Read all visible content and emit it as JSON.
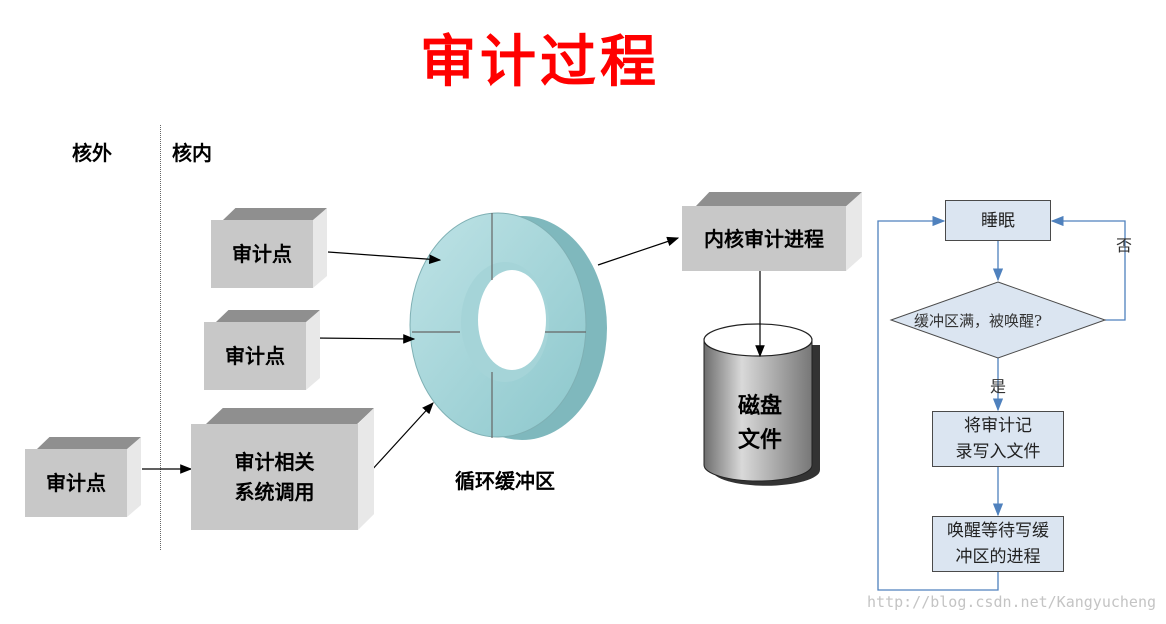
{
  "title": "审计过程",
  "zones": {
    "outside": "核外",
    "inside": "核内"
  },
  "audit_points": [
    "审计点",
    "审计点",
    "审计点"
  ],
  "syscall": {
    "line1": "审计相关",
    "line2": "系统调用"
  },
  "ring_buffer": "循环缓冲区",
  "kernel_process": "内核审计进程",
  "disk": {
    "line1": "磁盘",
    "line2": "文件"
  },
  "flowchart": {
    "sleep": "睡眠",
    "decision": "缓冲区满，被唤醒?",
    "no": "否",
    "yes": "是",
    "write": {
      "line1": "将审计记",
      "line2": "录写入文件"
    },
    "wake": {
      "line1": "唤醒等待写缓",
      "line2": "冲区的进程"
    },
    "line_color": "#4f81bd",
    "box_fill": "#dbe5f1"
  },
  "watermark": "http://blog.csdn.net/Kangyucheng"
}
